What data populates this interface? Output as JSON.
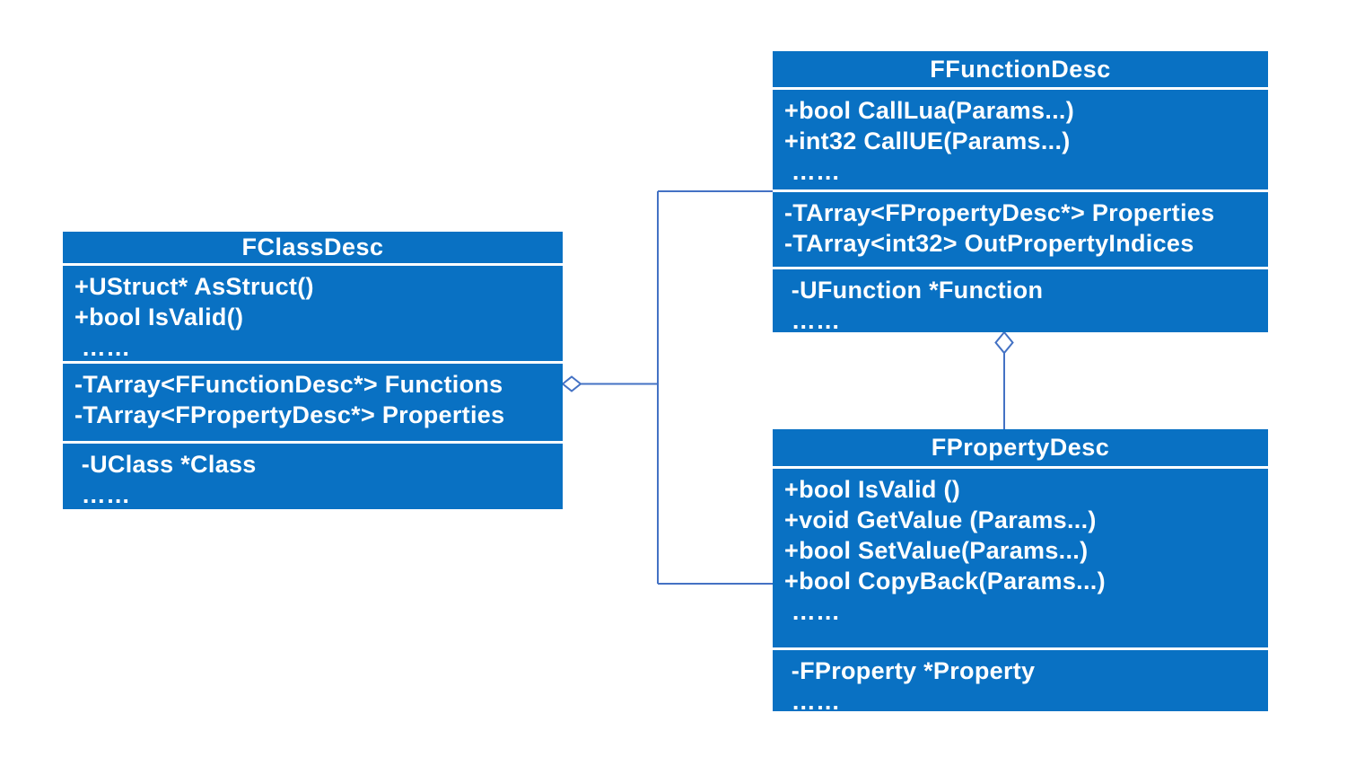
{
  "diagram": {
    "type": "uml-class-diagram",
    "colors": {
      "background": "#ffffff",
      "box_fill": "#0971c3",
      "box_text": "#ffffff",
      "divider": "#ffffff",
      "connector": "#4472c4"
    }
  },
  "classes": [
    {
      "title": "FClassDesc",
      "sections": [
        {
          "lines": [
            "+UStruct* AsStruct()",
            "+bool IsValid()",
            " ……"
          ]
        },
        {
          "lines": [
            "-TArray<FFunctionDesc*> Functions",
            "-TArray<FPropertyDesc*> Properties"
          ]
        },
        {
          "lines": [
            " -UClass *Class",
            " ……"
          ]
        }
      ]
    },
    {
      "title": "FFunctionDesc",
      "sections": [
        {
          "lines": [
            "+bool CallLua(Params...)",
            "+int32 CallUE(Params...)",
            " ……"
          ]
        },
        {
          "lines": [
            "-TArray<FPropertyDesc*> Properties",
            "-TArray<int32> OutPropertyIndices"
          ]
        },
        {
          "lines": [
            " -UFunction *Function",
            " ……"
          ]
        }
      ]
    },
    {
      "title": "FPropertyDesc",
      "sections": [
        {
          "lines": [
            "+bool IsValid ()",
            "+void GetValue (Params...)",
            "+bool SetValue(Params...)",
            "+bool CopyBack(Params...)",
            " ……"
          ]
        },
        {
          "lines": [
            " -FProperty *Property",
            " ……"
          ]
        }
      ]
    }
  ],
  "connectors": [
    {
      "type": "aggregation",
      "from": "FClassDesc",
      "to": [
        "FFunctionDesc",
        "FPropertyDesc"
      ],
      "diamond": "open"
    },
    {
      "type": "aggregation",
      "from": "FFunctionDesc",
      "to": [
        "FPropertyDesc"
      ],
      "diamond": "open"
    }
  ]
}
